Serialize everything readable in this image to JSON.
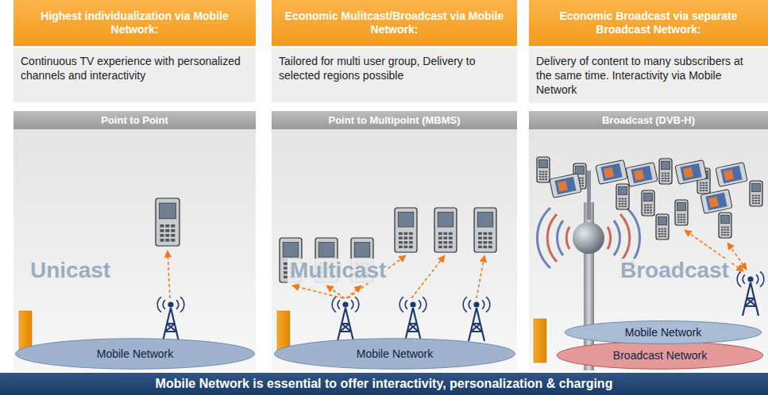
{
  "diagram": {
    "nodes": [
      {
        "text": [
          "Highest individualization via Mobile Network:"
        ]
      },
      {
        "text": [
          "Continuous TV experience with personalized channels and interactivity"
        ]
      },
      {
        "text": [
          "Point to Point"
        ]
      },
      {
        "text": [
          "Mobile Network"
        ]
      },
      {
        "text": [
          "Economic Mulitcast/Broadcast via Mobile Network:"
        ]
      },
      {
        "text": [
          "Tailored for multi user group, Delivery to selected regions possible"
        ]
      },
      {
        "text": [
          "Point to Multipoint (MBMS)"
        ]
      },
      {
        "text": [
          "Mobile Network"
        ]
      },
      {
        "text": [
          "Economic Broadcast via separate Broadcast Network:"
        ]
      },
      {
        "text": [
          "Delivery of content to many subscribers at the same time. Interactivity via Mobile Network"
        ]
      },
      {
        "text": [
          "Broadcast (DVB-H)"
        ]
      },
      {
        "text": [
          "Mobile Network"
        ]
      },
      {
        "text": [
          "Broadcast Network"
        ]
      },
      {
        "text": [
          "Mobile Network is essential to offer interactivity, personalization & charging"
        ]
      }
    ],
    "edges": [],
    "labels": [
      "Unicast",
      "Multicast",
      "Broadcast"
    ]
  }
}
